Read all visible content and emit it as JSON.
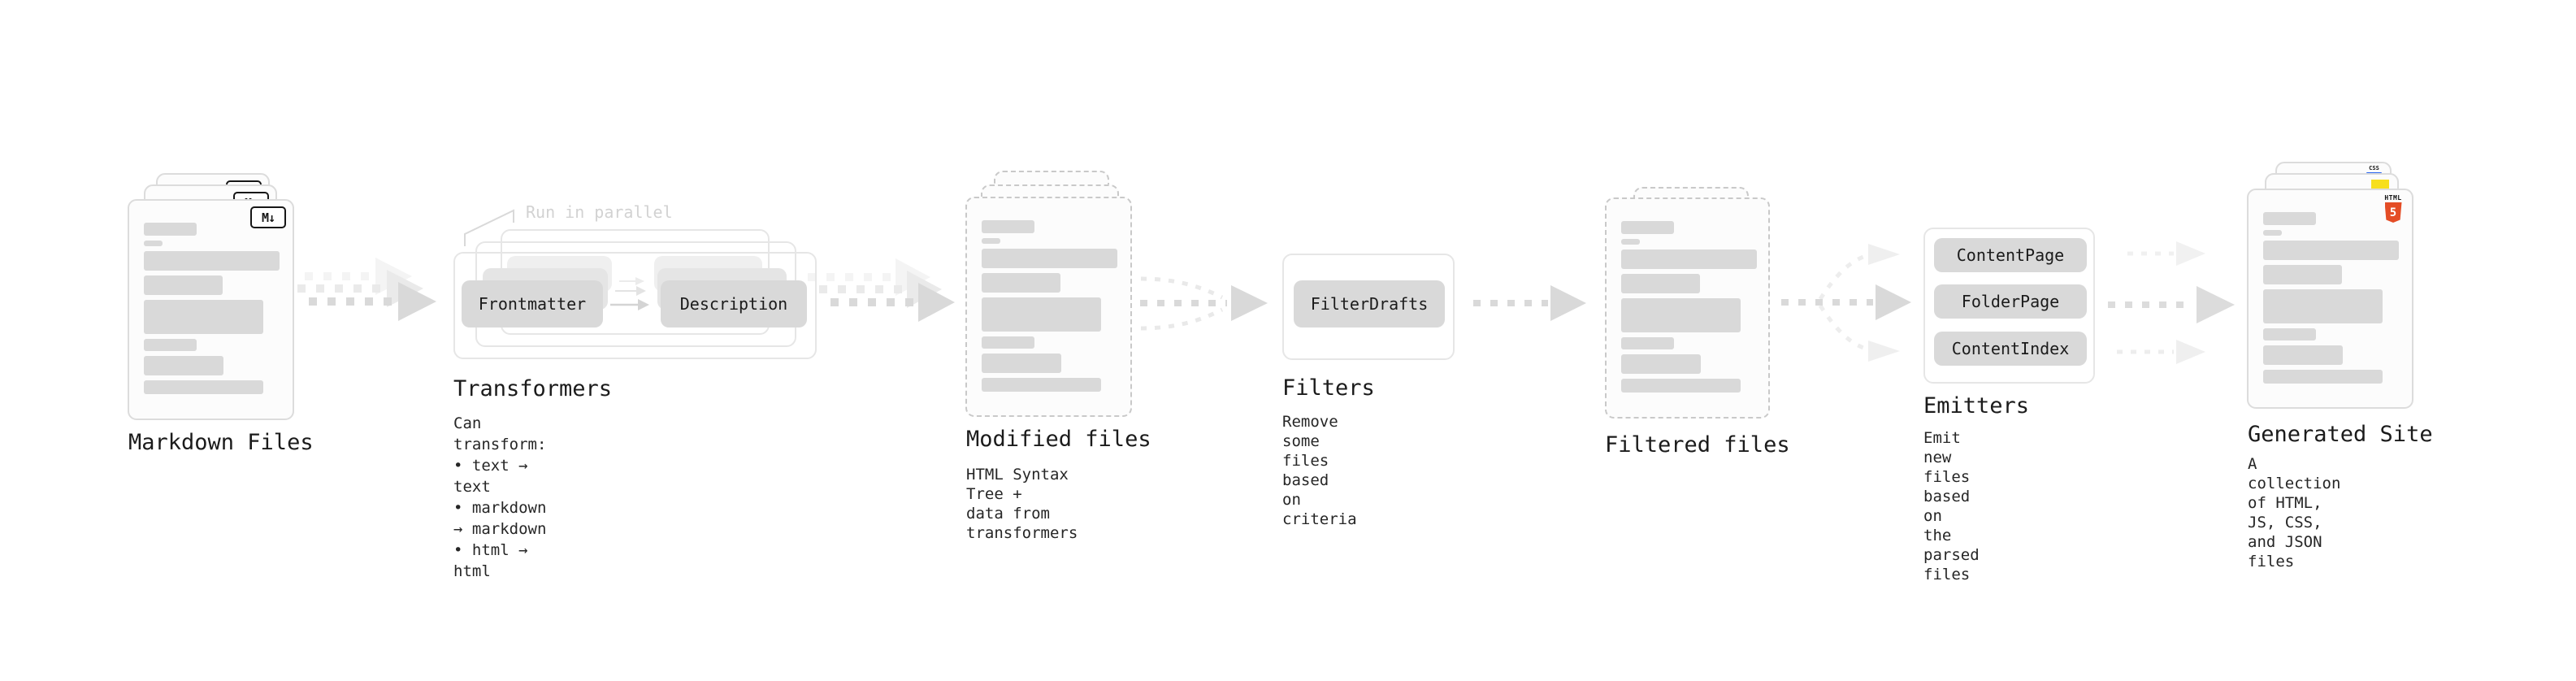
{
  "stages": {
    "markdown": {
      "title": "Markdown Files",
      "badge": "M↓"
    },
    "transformers": {
      "callout": "Run in parallel",
      "pill_frontmatter": "Frontmatter",
      "pill_description": "Description",
      "title": "Transformers",
      "description": "Can transform:\n • text → text\n • markdown → markdown\n • html → html"
    },
    "modified": {
      "title": "Modified files",
      "description": "HTML Syntax Tree +\ndata from transformers"
    },
    "filters": {
      "pill": "FilterDrafts",
      "title": "Filters",
      "description": "Remove some files based\non criteria"
    },
    "filtered": {
      "title": "Filtered files"
    },
    "emitters": {
      "pills": [
        "ContentPage",
        "FolderPage",
        "ContentIndex"
      ],
      "title": "Emitters",
      "description": "Emit new files based on\nthe parsed files"
    },
    "generated": {
      "title": "Generated Site",
      "description": "A collection of HTML,\nJS, CSS, and JSON files",
      "badge_css": "CSS",
      "badge_html_label": "HTML",
      "badge_html_number": "5"
    }
  },
  "colors": {
    "html5_orange": "#e44d26",
    "js_yellow": "#f7df1e",
    "css_blue": "#2965f1",
    "skeleton_gray": "#d9d9d9",
    "arrow_gray": "#d9d9d9"
  }
}
